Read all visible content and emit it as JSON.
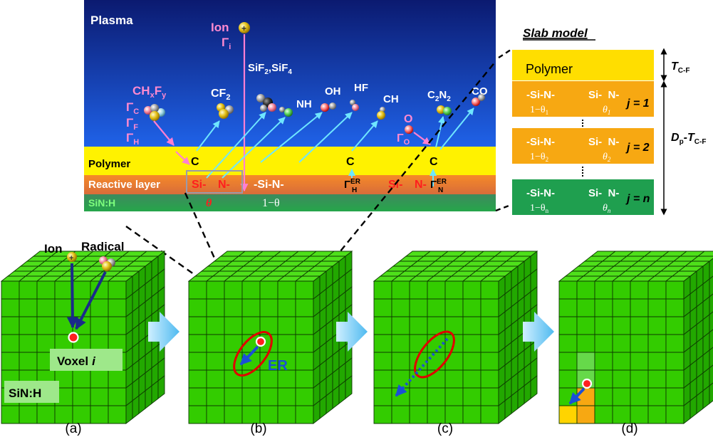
{
  "plasma": {
    "title": "Plasma",
    "ion_label": "Ion",
    "ion_flux": "Γ",
    "ion_flux_sub": "i",
    "species": {
      "chxfy": {
        "base": "CH",
        "sub1": "x",
        "mid": "F",
        "sub2": "y"
      },
      "fluxes": [
        {
          "base": "Γ",
          "sub": "C"
        },
        {
          "base": "Γ",
          "sub": "F"
        },
        {
          "base": "Γ",
          "sub": "H"
        }
      ],
      "cf2": {
        "base": "CF",
        "sub": "2"
      },
      "sif": {
        "a": "SiF",
        "a_sub": "2",
        "sep": ",",
        "b": "SiF",
        "b_sub": "4"
      },
      "nh": "NH",
      "oh": "OH",
      "hf": "HF",
      "ch": "CH",
      "c2n2": {
        "a": "C",
        "a_sub": "2",
        "b": "N",
        "b_sub": "2"
      },
      "co": "CO",
      "o": "O",
      "o_flux": {
        "base": "Γ",
        "sub": "O"
      }
    },
    "polymer_label": "Polymer",
    "reactive_label": "Reactive layer",
    "sinh_label": "SiN:H",
    "c_label": "C",
    "si_label": "Si-",
    "n_label": "N-",
    "sin_label": "-Si-N-",
    "theta": "θ",
    "one_minus_theta": "1−θ",
    "er_h": {
      "base": "Γ",
      "sup": "ER",
      "sub": "H"
    },
    "er_n": {
      "base": "Γ",
      "sup": "ER",
      "sub": "N"
    }
  },
  "slab": {
    "title": "Slab model",
    "polymer": "Polymer",
    "t_label": {
      "base": "T",
      "sub": "C-F"
    },
    "dp_label": {
      "a": "D",
      "a_sub": "p",
      "mid": "-T",
      "b_sub": "C-F"
    },
    "rows": [
      {
        "left": "-Si-N-",
        "right": "Si-  N-",
        "lt": "1−θ",
        "lt_sub": "1",
        "rt": "θ",
        "rt_sub": "1",
        "j": "j = 1"
      },
      {
        "left": "-Si-N-",
        "right": "Si-  N-",
        "lt": "1−θ",
        "lt_sub": "2",
        "rt": "θ",
        "rt_sub": "2",
        "j": "j = 2"
      },
      {
        "left": "-Si-N-",
        "right": "Si-  N-",
        "lt": "1−θ",
        "lt_sub": "n",
        "rt": "θ",
        "rt_sub": "n",
        "j": "j = n"
      }
    ],
    "colors": {
      "polymer": "#ffde00",
      "reactive": "#f7a812",
      "bulk": "#1f9f4f"
    }
  },
  "panels": {
    "a": {
      "label": "(a)",
      "ion": "Ion",
      "radical": "Radical",
      "voxel": "Voxel",
      "voxel_i": "i",
      "material": "SiN:H"
    },
    "b": {
      "label": "(b)",
      "er": "ER"
    },
    "c": {
      "label": "(c)"
    },
    "d": {
      "label": "(d)"
    }
  },
  "colors": {
    "voxel_green": "#33cc00",
    "arrow_navy": "#1a2a8a",
    "ellipse_red": "#e00000",
    "er_blue": "#1a4fd8",
    "transition_arrow": "#66ccff"
  }
}
